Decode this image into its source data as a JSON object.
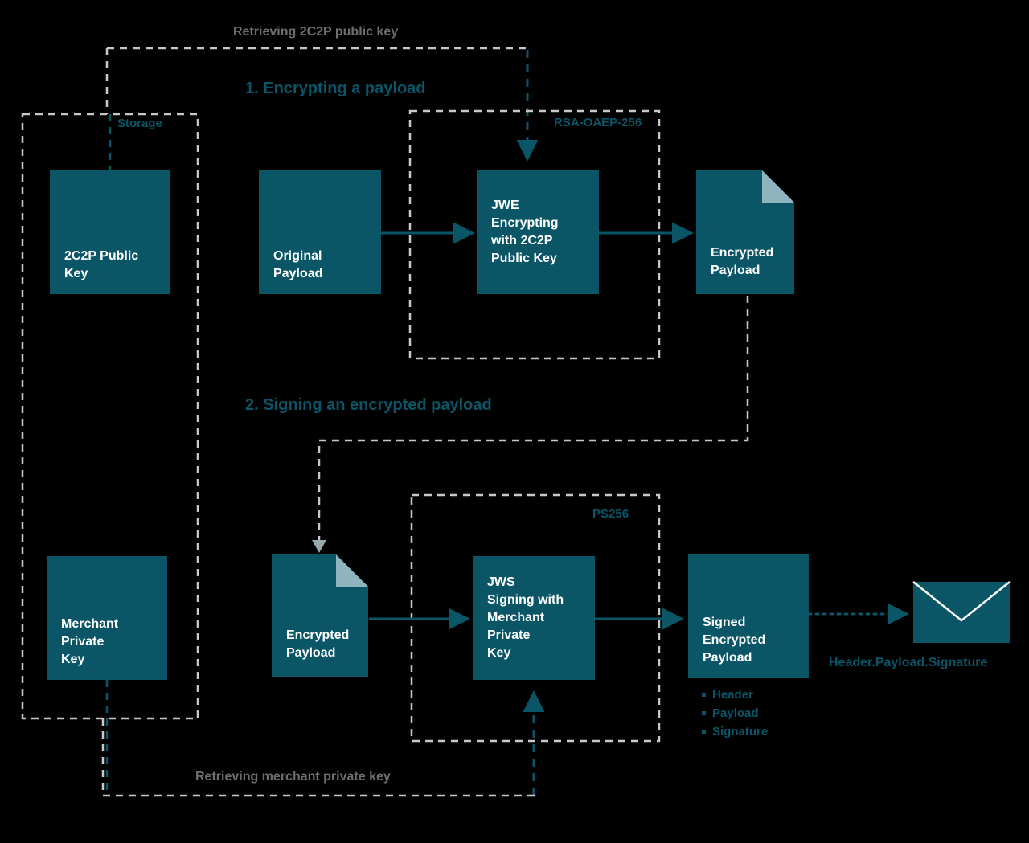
{
  "diagram": {
    "title_visible": false,
    "colors": {
      "box_fill": "#0a5667",
      "fold_fill": "#8fb4bd",
      "teal_text": "#0a5667",
      "gray_text": "#6e6e6e",
      "gray_dash": "#c8c8c8",
      "background": "#000000"
    },
    "sections": [
      {
        "id": "step1",
        "label": "1. Encrypting a payload"
      },
      {
        "id": "step2",
        "label": "2. Signing an encrypted payload"
      }
    ],
    "flow_labels": [
      {
        "id": "retrieve-public",
        "label": "Retrieving 2C2P public key",
        "style": "gray"
      },
      {
        "id": "retrieve-private",
        "label": "Retrieving merchant private key",
        "style": "gray"
      }
    ],
    "group_labels": [
      {
        "id": "storage",
        "label": "Storage"
      },
      {
        "id": "rsa-oaep",
        "label": "RSA-OAEP-256"
      },
      {
        "id": "ps256",
        "label": "PS256"
      }
    ],
    "nodes": [
      {
        "id": "public-key",
        "label": "2C2P Public\nKey",
        "type": "box"
      },
      {
        "id": "merchant-key",
        "label": "Merchant\nPrivate\nKey",
        "type": "box"
      },
      {
        "id": "original-payload",
        "label": "Original\nPayload",
        "type": "box"
      },
      {
        "id": "jwe-encrypt",
        "label": "JWE\nEncrypting\nwith 2C2P\nPublic Key",
        "type": "box-mid"
      },
      {
        "id": "encrypted-payload-1",
        "label": "Encrypted\nPayload",
        "type": "document"
      },
      {
        "id": "encrypted-payload-2",
        "label": "Encrypted\nPayload",
        "type": "document"
      },
      {
        "id": "jws-sign",
        "label": "JWS\nSigning with\nMerchant\nPrivate\nKey",
        "type": "box-mid"
      },
      {
        "id": "signed-payload",
        "label": "Signed\nEncrypted\nPayload",
        "type": "box"
      },
      {
        "id": "jwt-envelope",
        "label": "",
        "type": "envelope"
      }
    ],
    "output": {
      "jwt_caption": "Header.Payload.Signature",
      "parts": [
        "Header",
        "Payload",
        "Signature"
      ]
    }
  }
}
